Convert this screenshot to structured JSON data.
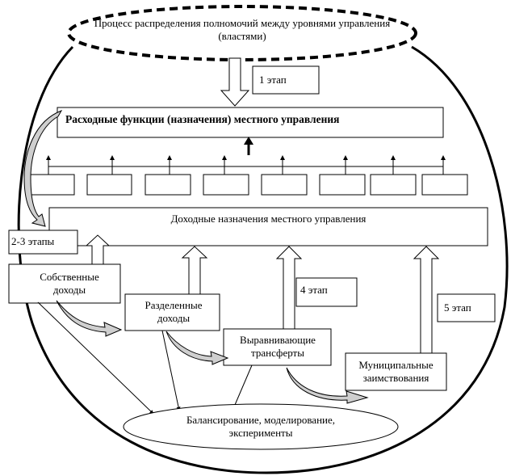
{
  "top_ellipse_text": "Процесс распределения полномочий между уровнями управления (властями)",
  "stage1": "1 этап",
  "expense_functions": "Расходные функции (назначения) местного управления",
  "revenue_assignments": "Доходные назначения местного управления",
  "stage23": "2-3 этапы",
  "own_revenue": "Собственные доходы",
  "shared_revenue": "Разделенные доходы",
  "stage4": "4 этап",
  "equalizing_transfers": "Выравнивающие трансферты",
  "stage5": "5 этап",
  "municipal_borrowing": "Муниципальные заимствования",
  "balancing": "Балансирование, моделирование, эксперименты"
}
